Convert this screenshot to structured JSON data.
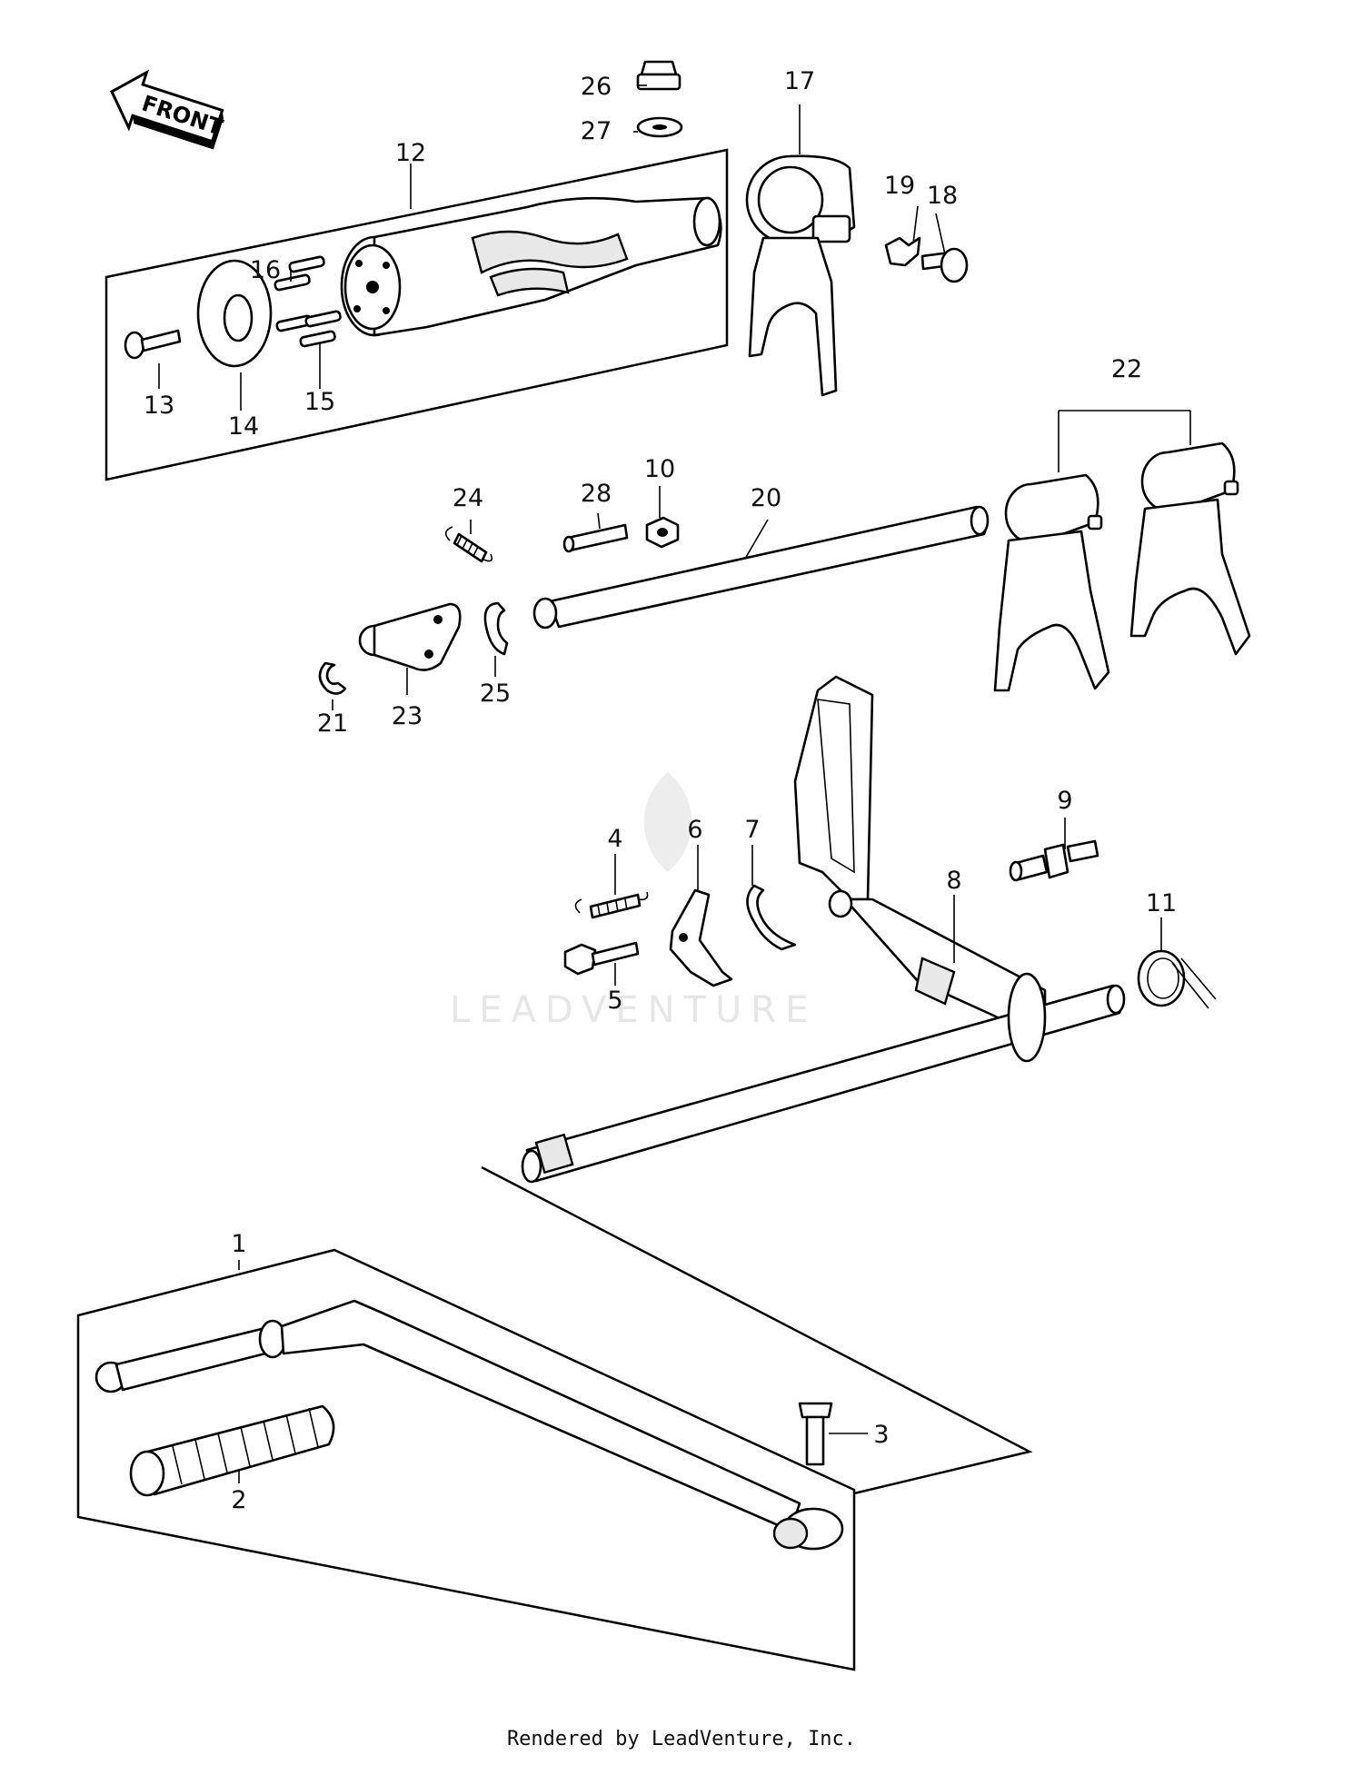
{
  "front_label": "FRONT",
  "watermark": "LEADVENTURE",
  "footer": "Rendered by LeadVenture, Inc.",
  "callouts": {
    "c1": "1",
    "c2": "2",
    "c3": "3",
    "c4": "4",
    "c5": "5",
    "c6": "6",
    "c7": "7",
    "c8": "8",
    "c9": "9",
    "c10": "10",
    "c11": "11",
    "c12": "12",
    "c13": "13",
    "c14": "14",
    "c15": "15",
    "c16": "16",
    "c17": "17",
    "c18": "18",
    "c19": "19",
    "c20": "20",
    "c21": "21",
    "c22": "22",
    "c23": "23",
    "c24": "24",
    "c25": "25",
    "c26": "26",
    "c27": "27",
    "c28": "28"
  }
}
